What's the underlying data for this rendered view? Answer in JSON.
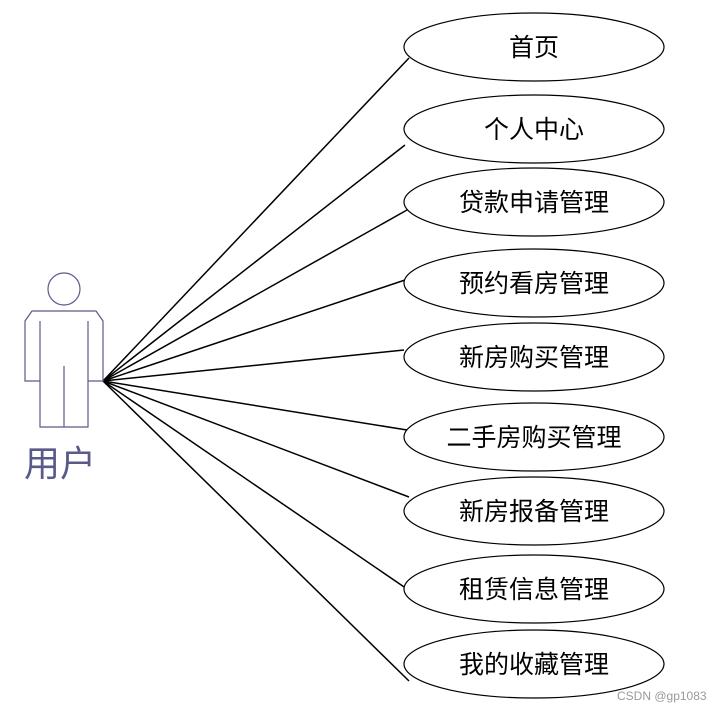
{
  "actor": {
    "label": "用户"
  },
  "use_cases": [
    "首页",
    "个人中心",
    "贷款申请管理",
    "预约看房管理",
    "新房购买管理",
    "二手房购买管理",
    "新房报备管理",
    "租赁信息管理",
    "我的收藏管理"
  ],
  "watermark": "CSDN @gp1083"
}
